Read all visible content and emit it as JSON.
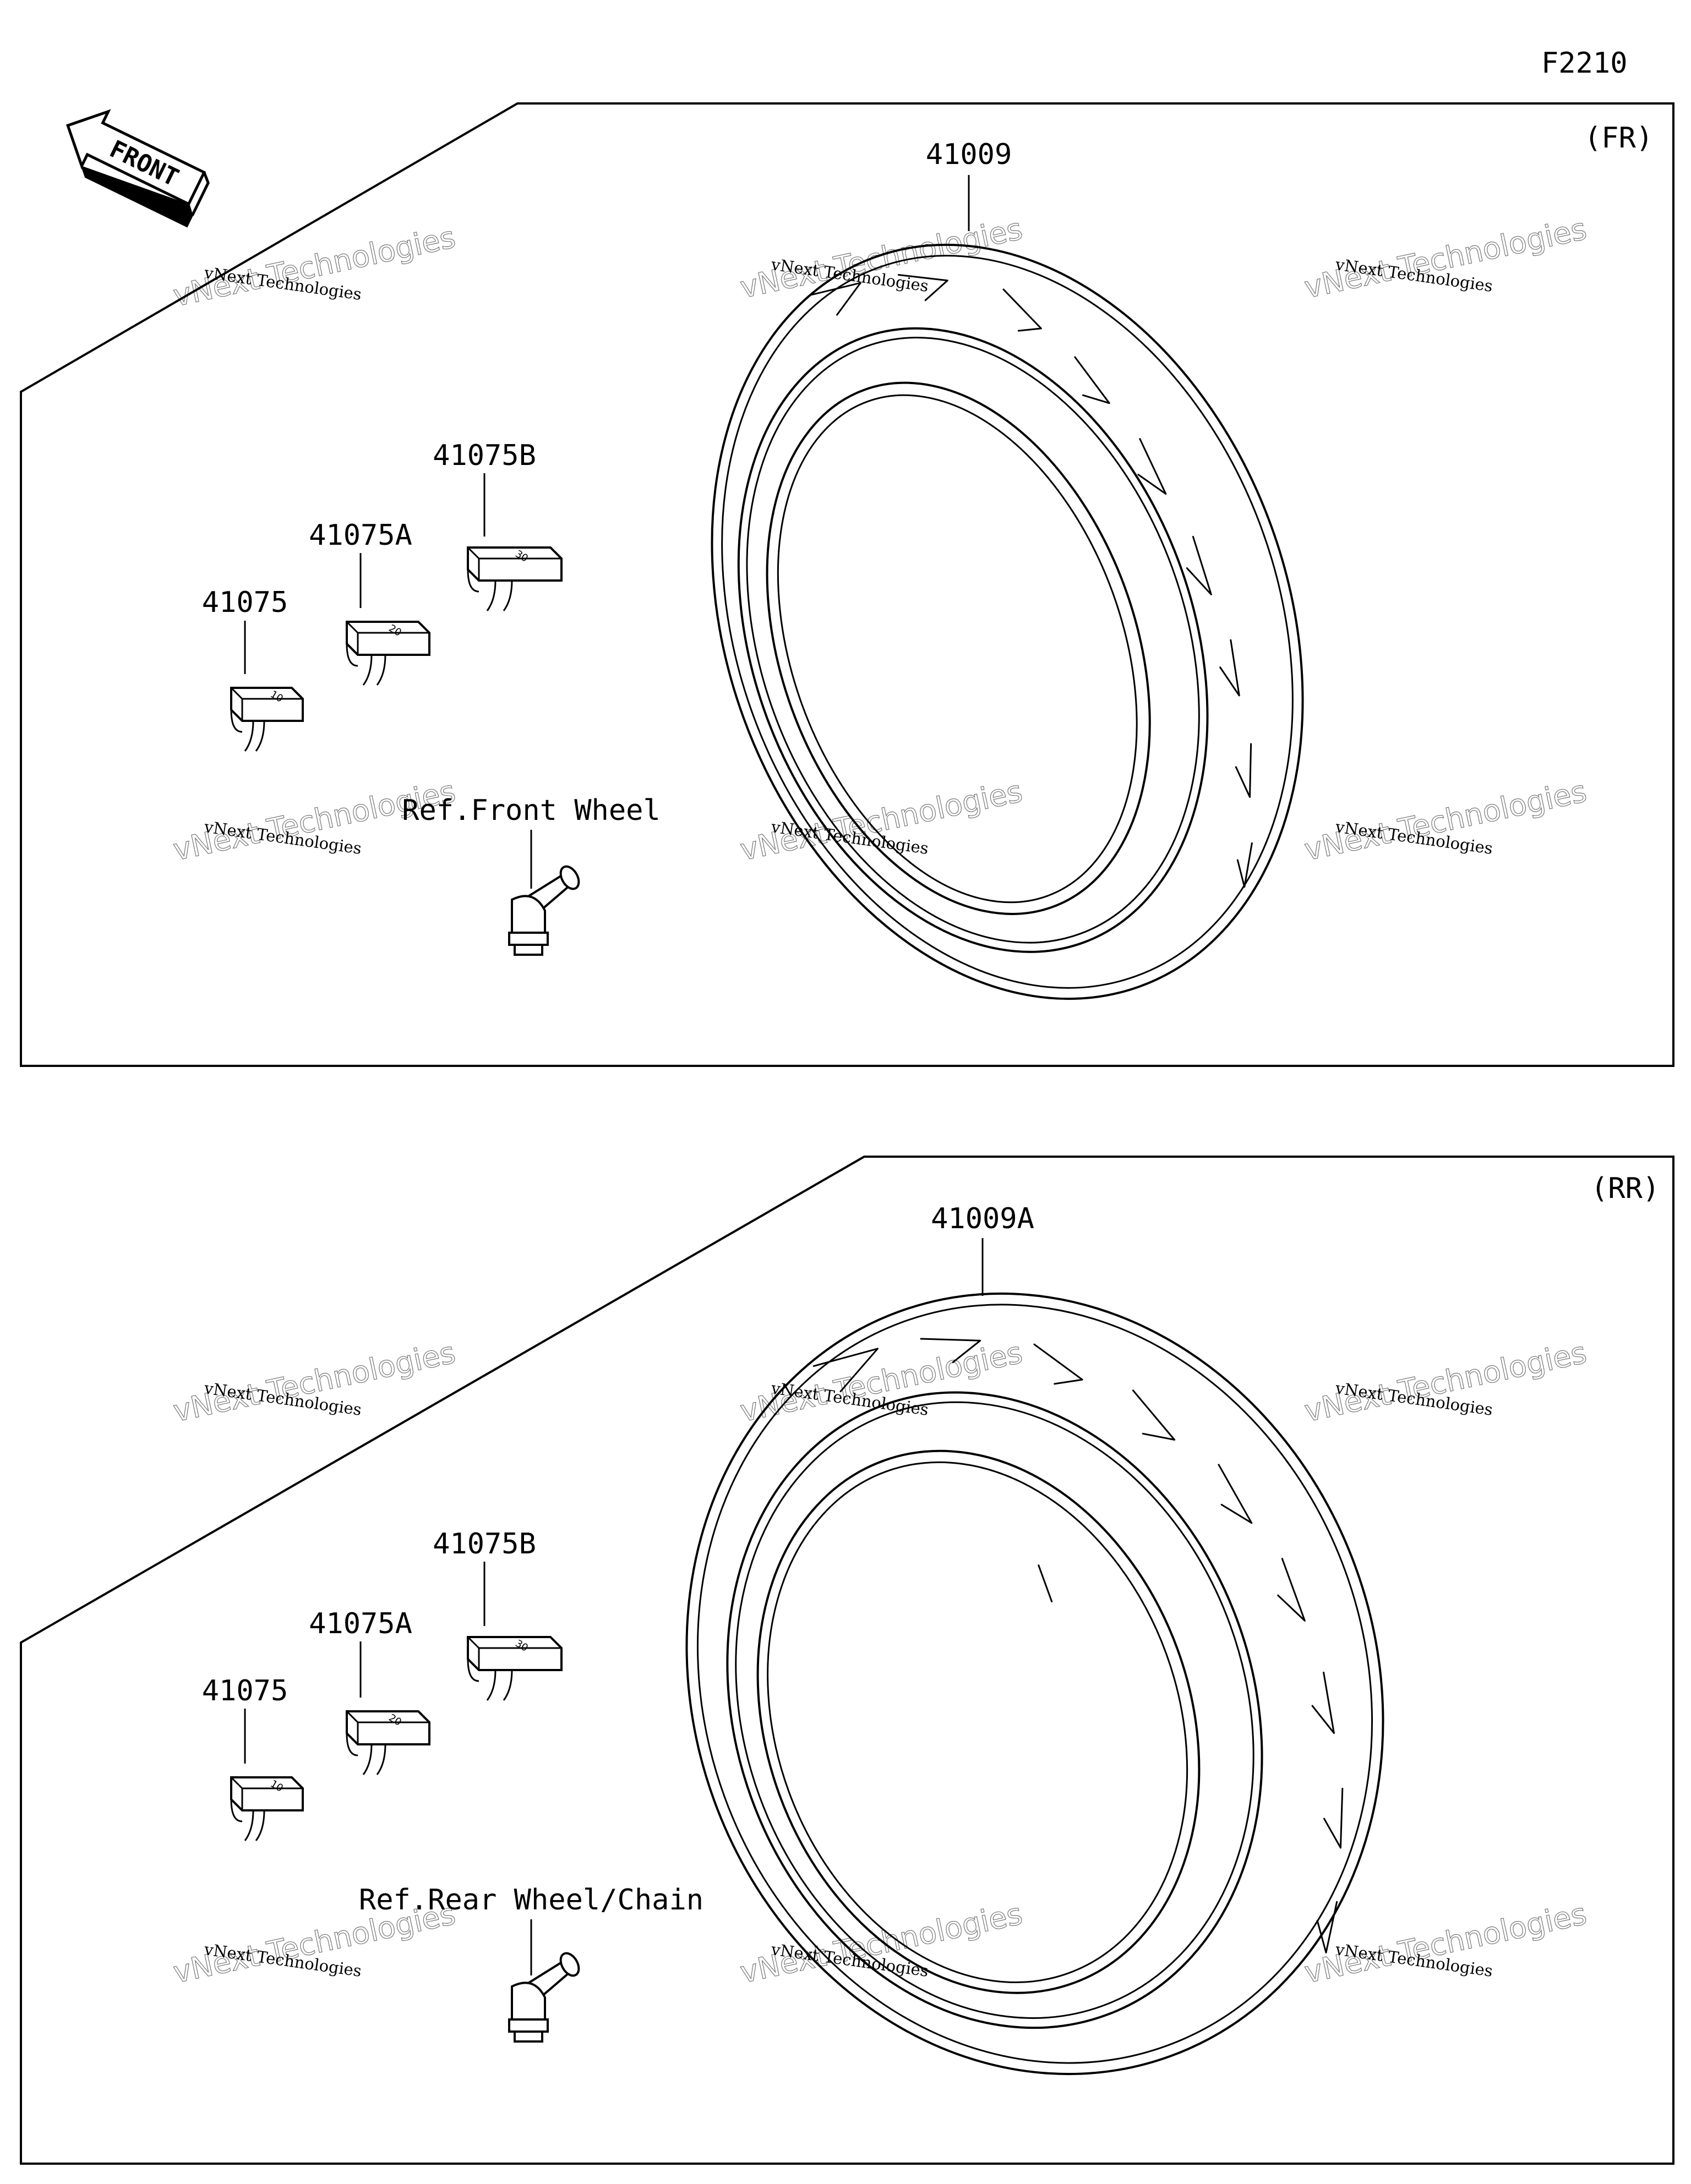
{
  "figure_code": "F2210",
  "orientation": {
    "text": "FRONT",
    "icon": "front-arrow-icon"
  },
  "watermark": {
    "line1": "vNext Technologies",
    "line2": "vNext Technologies"
  },
  "front_section": {
    "tag": "(FR)",
    "tire_part": "41009",
    "weights": [
      "41075",
      "41075A",
      "41075B"
    ],
    "weight_marks": [
      "10",
      "20",
      "30"
    ],
    "valve_ref": "Ref.Front Wheel"
  },
  "rear_section": {
    "tag": "(RR)",
    "tire_part": "41009A",
    "weights": [
      "41075",
      "41075A",
      "41075B"
    ],
    "weight_marks": [
      "10",
      "20",
      "30"
    ],
    "valve_ref": "Ref.Rear Wheel/Chain"
  }
}
